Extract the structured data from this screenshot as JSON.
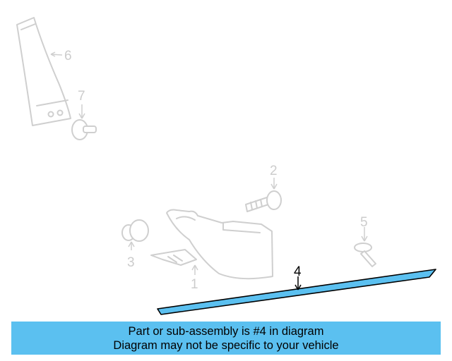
{
  "diagram": {
    "callouts": [
      {
        "id": "6",
        "label": "6",
        "highlighted": false
      },
      {
        "id": "7",
        "label": "7",
        "highlighted": false
      },
      {
        "id": "2",
        "label": "2",
        "highlighted": false
      },
      {
        "id": "5",
        "label": "5",
        "highlighted": false
      },
      {
        "id": "3",
        "label": "3",
        "highlighted": false
      },
      {
        "id": "1",
        "label": "1",
        "highlighted": false
      },
      {
        "id": "4",
        "label": "4",
        "highlighted": true
      }
    ],
    "highlight_color": "#5bc0f0",
    "ghost_color": "#cfcfcf"
  },
  "banner": {
    "line1": "Part or sub-assembly is #4 in diagram",
    "line2": "Diagram may not be specific to your vehicle",
    "background": "#5bc0f0"
  }
}
